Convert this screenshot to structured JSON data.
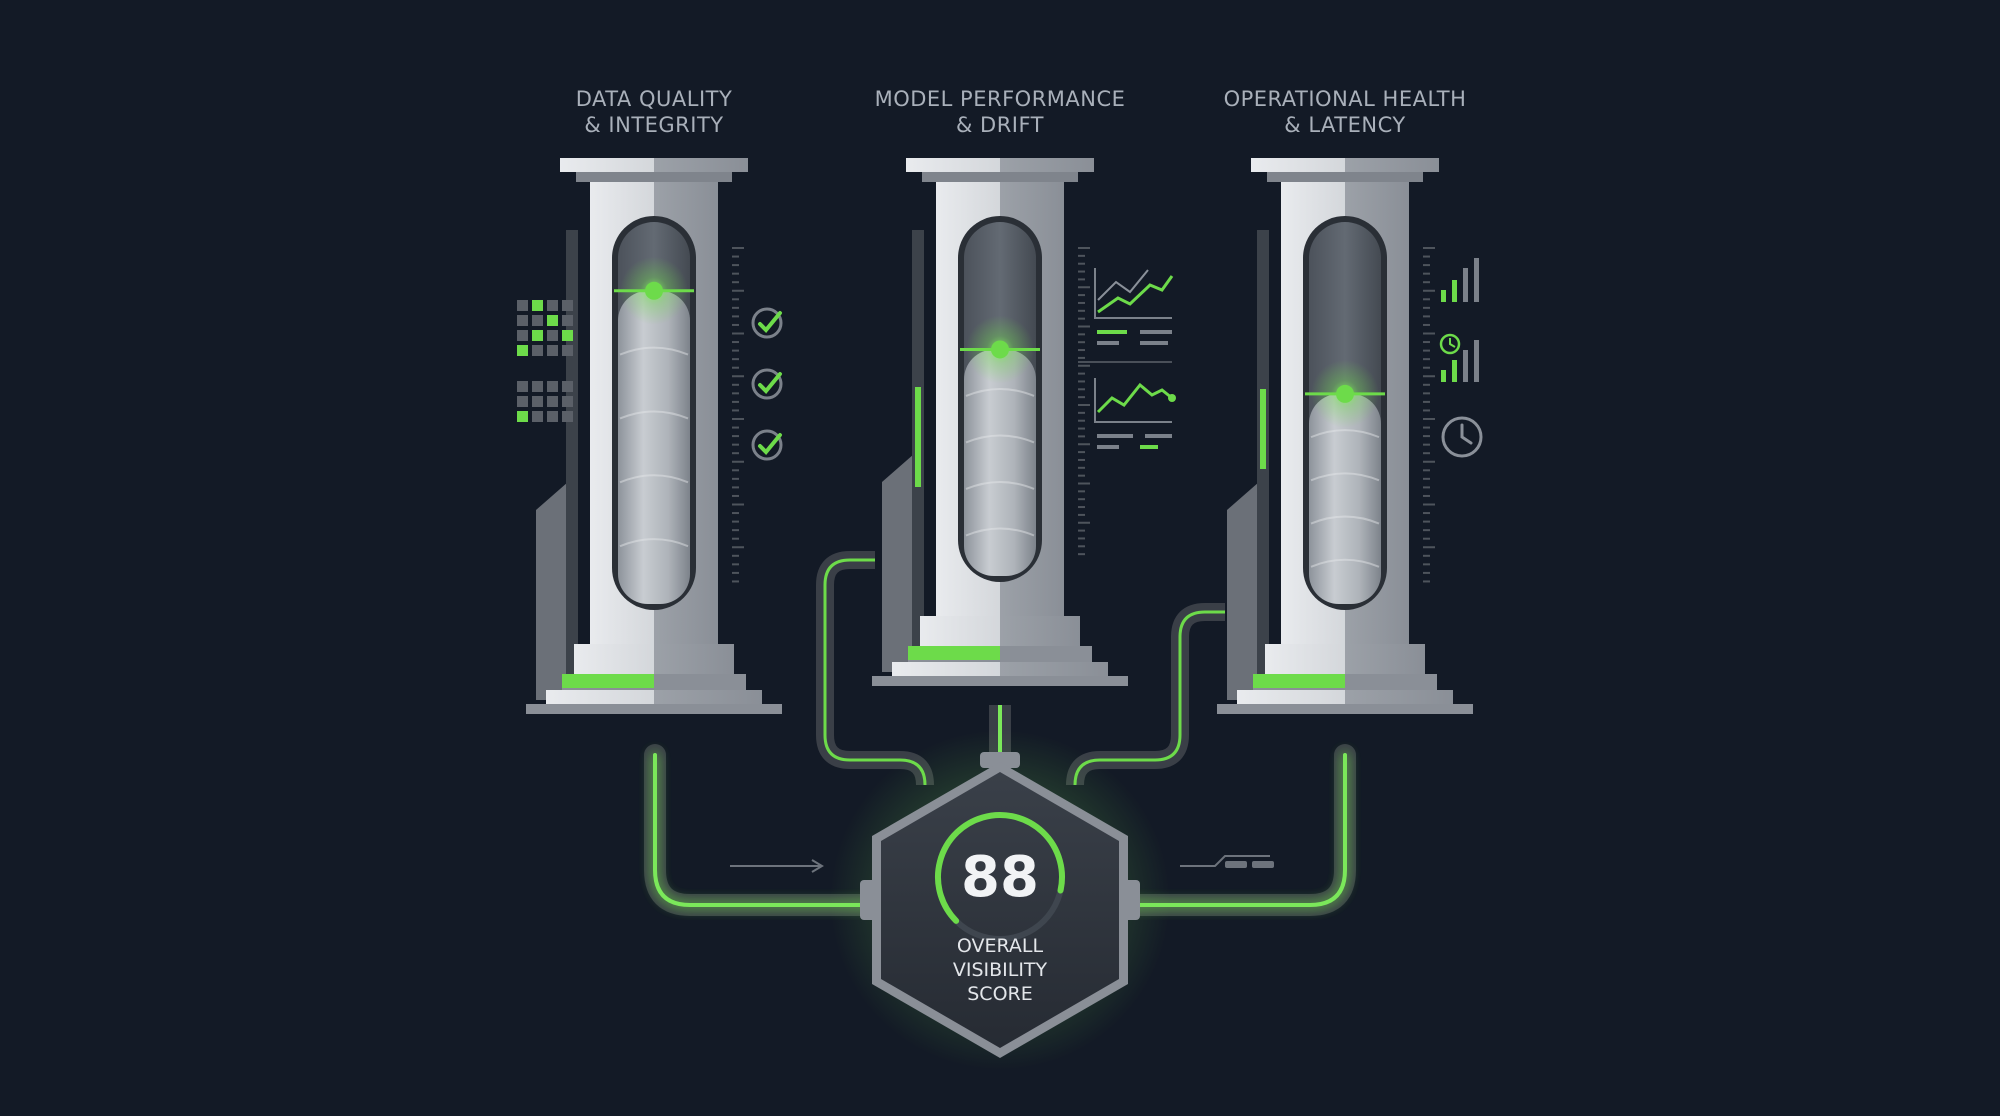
{
  "pillars": [
    {
      "id": "data-quality",
      "title_line1": "DATA QUALITY",
      "title_line2": "& INTEGRITY",
      "fill_level": 0.82,
      "side_icon": "check-icon"
    },
    {
      "id": "model-performance",
      "title_line1": "MODEL PERFORMANCE",
      "title_line2": "& DRIFT",
      "fill_level": 0.64,
      "side_icon": "line-chart-icon"
    },
    {
      "id": "operational-health",
      "title_line1": "OPERATIONAL HEALTH",
      "title_line2": "& LATENCY",
      "fill_level": 0.55,
      "side_icon": "clock-icon"
    }
  ],
  "score": {
    "value": "88",
    "label_line1": "OVERALL",
    "label_line2": "VISIBILITY",
    "label_line3": "SCORE",
    "gauge_fraction": 0.88
  },
  "colors": {
    "background": "#131a26",
    "accent": "#6ddb4a",
    "metal": "#c9ccd1",
    "dark_metal": "#5b6068"
  }
}
